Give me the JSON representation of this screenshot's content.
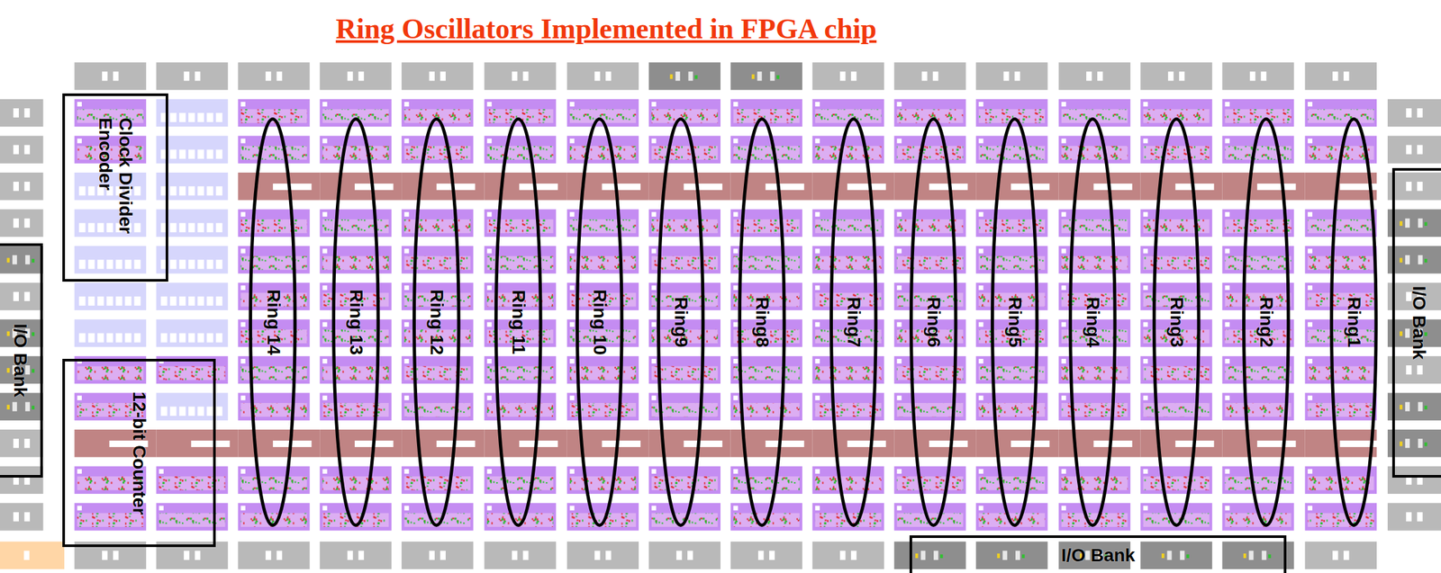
{
  "diagram": {
    "title": "Ring Oscillators Implemented in FPGA chip",
    "nodes": [
      {
        "text": [
          "Clock Divider Encoder"
        ]
      },
      {
        "text": [
          "Ring 14"
        ]
      },
      {
        "text": [
          "Ring 13"
        ]
      },
      {
        "text": [
          "Ring 12"
        ]
      },
      {
        "text": [
          "Ring 11"
        ]
      },
      {
        "text": [
          "Ring 10"
        ]
      },
      {
        "text": [
          "Ring9"
        ]
      },
      {
        "text": [
          "Ring8"
        ]
      },
      {
        "text": [
          "Ring7"
        ]
      },
      {
        "text": [
          "Ring6"
        ]
      },
      {
        "text": [
          "Ring5"
        ]
      },
      {
        "text": [
          "Ring4"
        ]
      },
      {
        "text": [
          "Ring3"
        ]
      },
      {
        "text": [
          "Ring2"
        ]
      },
      {
        "text": [
          "Ring1"
        ]
      },
      {
        "text": [
          "I/O Bank"
        ]
      },
      {
        "text": [
          "12-bit Counter"
        ]
      },
      {
        "text": [
          "I/O Bank"
        ]
      },
      {
        "text": [
          "I/O Bank"
        ]
      }
    ]
  }
}
